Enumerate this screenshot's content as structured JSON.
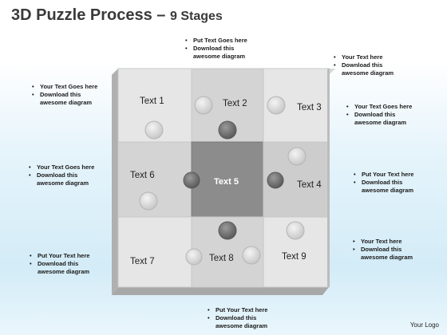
{
  "title": {
    "main": "3D Puzzle Process",
    "dash": " – ",
    "sub": "9 Stages"
  },
  "tiles": [
    {
      "label": "Text 1"
    },
    {
      "label": "Text 2"
    },
    {
      "label": "Text 3"
    },
    {
      "label": "Text 6"
    },
    {
      "label": "Text 5"
    },
    {
      "label": "Text 4"
    },
    {
      "label": "Text 7"
    },
    {
      "label": "Text 8"
    },
    {
      "label": "Text 9"
    }
  ],
  "notes": {
    "top_center": {
      "line1": "Put Text Goes here",
      "line2": "Download this",
      "line3": "awesome diagram"
    },
    "top_right": {
      "line1": "Your Text  here",
      "line2": "Download this",
      "line3": "awesome diagram"
    },
    "left_1": {
      "line1": "Your Text Goes here",
      "line2": "Download this",
      "line3": "awesome diagram"
    },
    "left_2": {
      "line1": "Your Text Goes here",
      "line2": "Download this",
      "line3": "awesome diagram"
    },
    "left_3": {
      "line1": "Put Your Text  here",
      "line2": "Download this",
      "line3": "awesome diagram"
    },
    "right_1": {
      "line1": "Your Text Goes here",
      "line2": "Download this",
      "line3": "awesome diagram"
    },
    "right_2": {
      "line1": "Put Your Text  here",
      "line2": "Download this",
      "line3": "awesome diagram"
    },
    "right_3": {
      "line1": "Your Text  here",
      "line2": "Download this",
      "line3": "awesome diagram"
    },
    "bottom_center": {
      "line1": "Put Your Text  here",
      "line2": "Download this",
      "line3": "awesome diagram"
    }
  },
  "logo": "Your Logo",
  "colors": {
    "tile_light": "#e4e4e4",
    "tile_mid": "#cfcfcf",
    "tile_center": "#8a8a8a",
    "knob_dark": "#6e6e6e",
    "side_face": "#b5b5b5",
    "top_face": "#d8d8d8"
  }
}
